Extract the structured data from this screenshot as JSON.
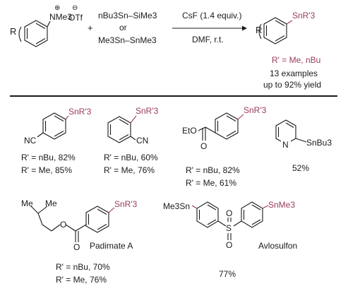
{
  "header": {
    "substrate_charge_plus": "⊕",
    "substrate_charge_minus": "⊖",
    "substrate_ammonium": "NMe3",
    "substrate_counterion": "OTf",
    "substrate_R": "R",
    "plus_sign": "+",
    "reagent1": "nBu3Sn–SiMe3",
    "reagent_or": "or",
    "reagent2": "Me3Sn–SnMe3",
    "conditions_top": "CsF (1.4 equiv.)",
    "conditions_bottom": "DMF, r.t.",
    "product_group": "SnR'3",
    "product_R": "R",
    "r_prime_definition": "R' = Me, nBu",
    "examples_count": "13 examples",
    "yield_summary": "up to 92% yield"
  },
  "products": [
    {
      "id": "p-cn-para",
      "substituent": "NC",
      "group": "SnR'3",
      "yields": [
        "R' = nBu, 82%",
        "R' = Me, 85%"
      ]
    },
    {
      "id": "p-cn-ortho",
      "substituent": "CN",
      "group": "SnR'3",
      "yields": [
        "R' = nBu, 60%",
        "R' = Me, 76%"
      ]
    },
    {
      "id": "p-ester",
      "substituent": "EtO",
      "carbonyl_o": "O",
      "group": "SnR'3",
      "yields": [
        "R' = nBu, 82%",
        "R' = Me, 61%"
      ]
    },
    {
      "id": "p-pyridine",
      "heteroatom": "N",
      "group": "SnBu3",
      "yields": [
        "52%"
      ]
    },
    {
      "id": "p-padimate",
      "labels": [
        "Me",
        "Me"
      ],
      "ester_o": "O",
      "carbonyl_o": "O",
      "group": "SnR'3",
      "name": "Padimate A",
      "yields": [
        "R' = nBu, 70%",
        "R' = Me, 76%"
      ]
    },
    {
      "id": "p-avlosulfon",
      "left_group": "Me3Sn",
      "right_group": "SnMe3",
      "sulfur": "S",
      "oxygens": [
        "O",
        "O"
      ],
      "name": "Avlosulfon",
      "yields": [
        "77%"
      ]
    }
  ],
  "colors": {
    "stannyl": "#9a3a5f",
    "ink": "#1a1a1a",
    "background": "#ffffff"
  }
}
